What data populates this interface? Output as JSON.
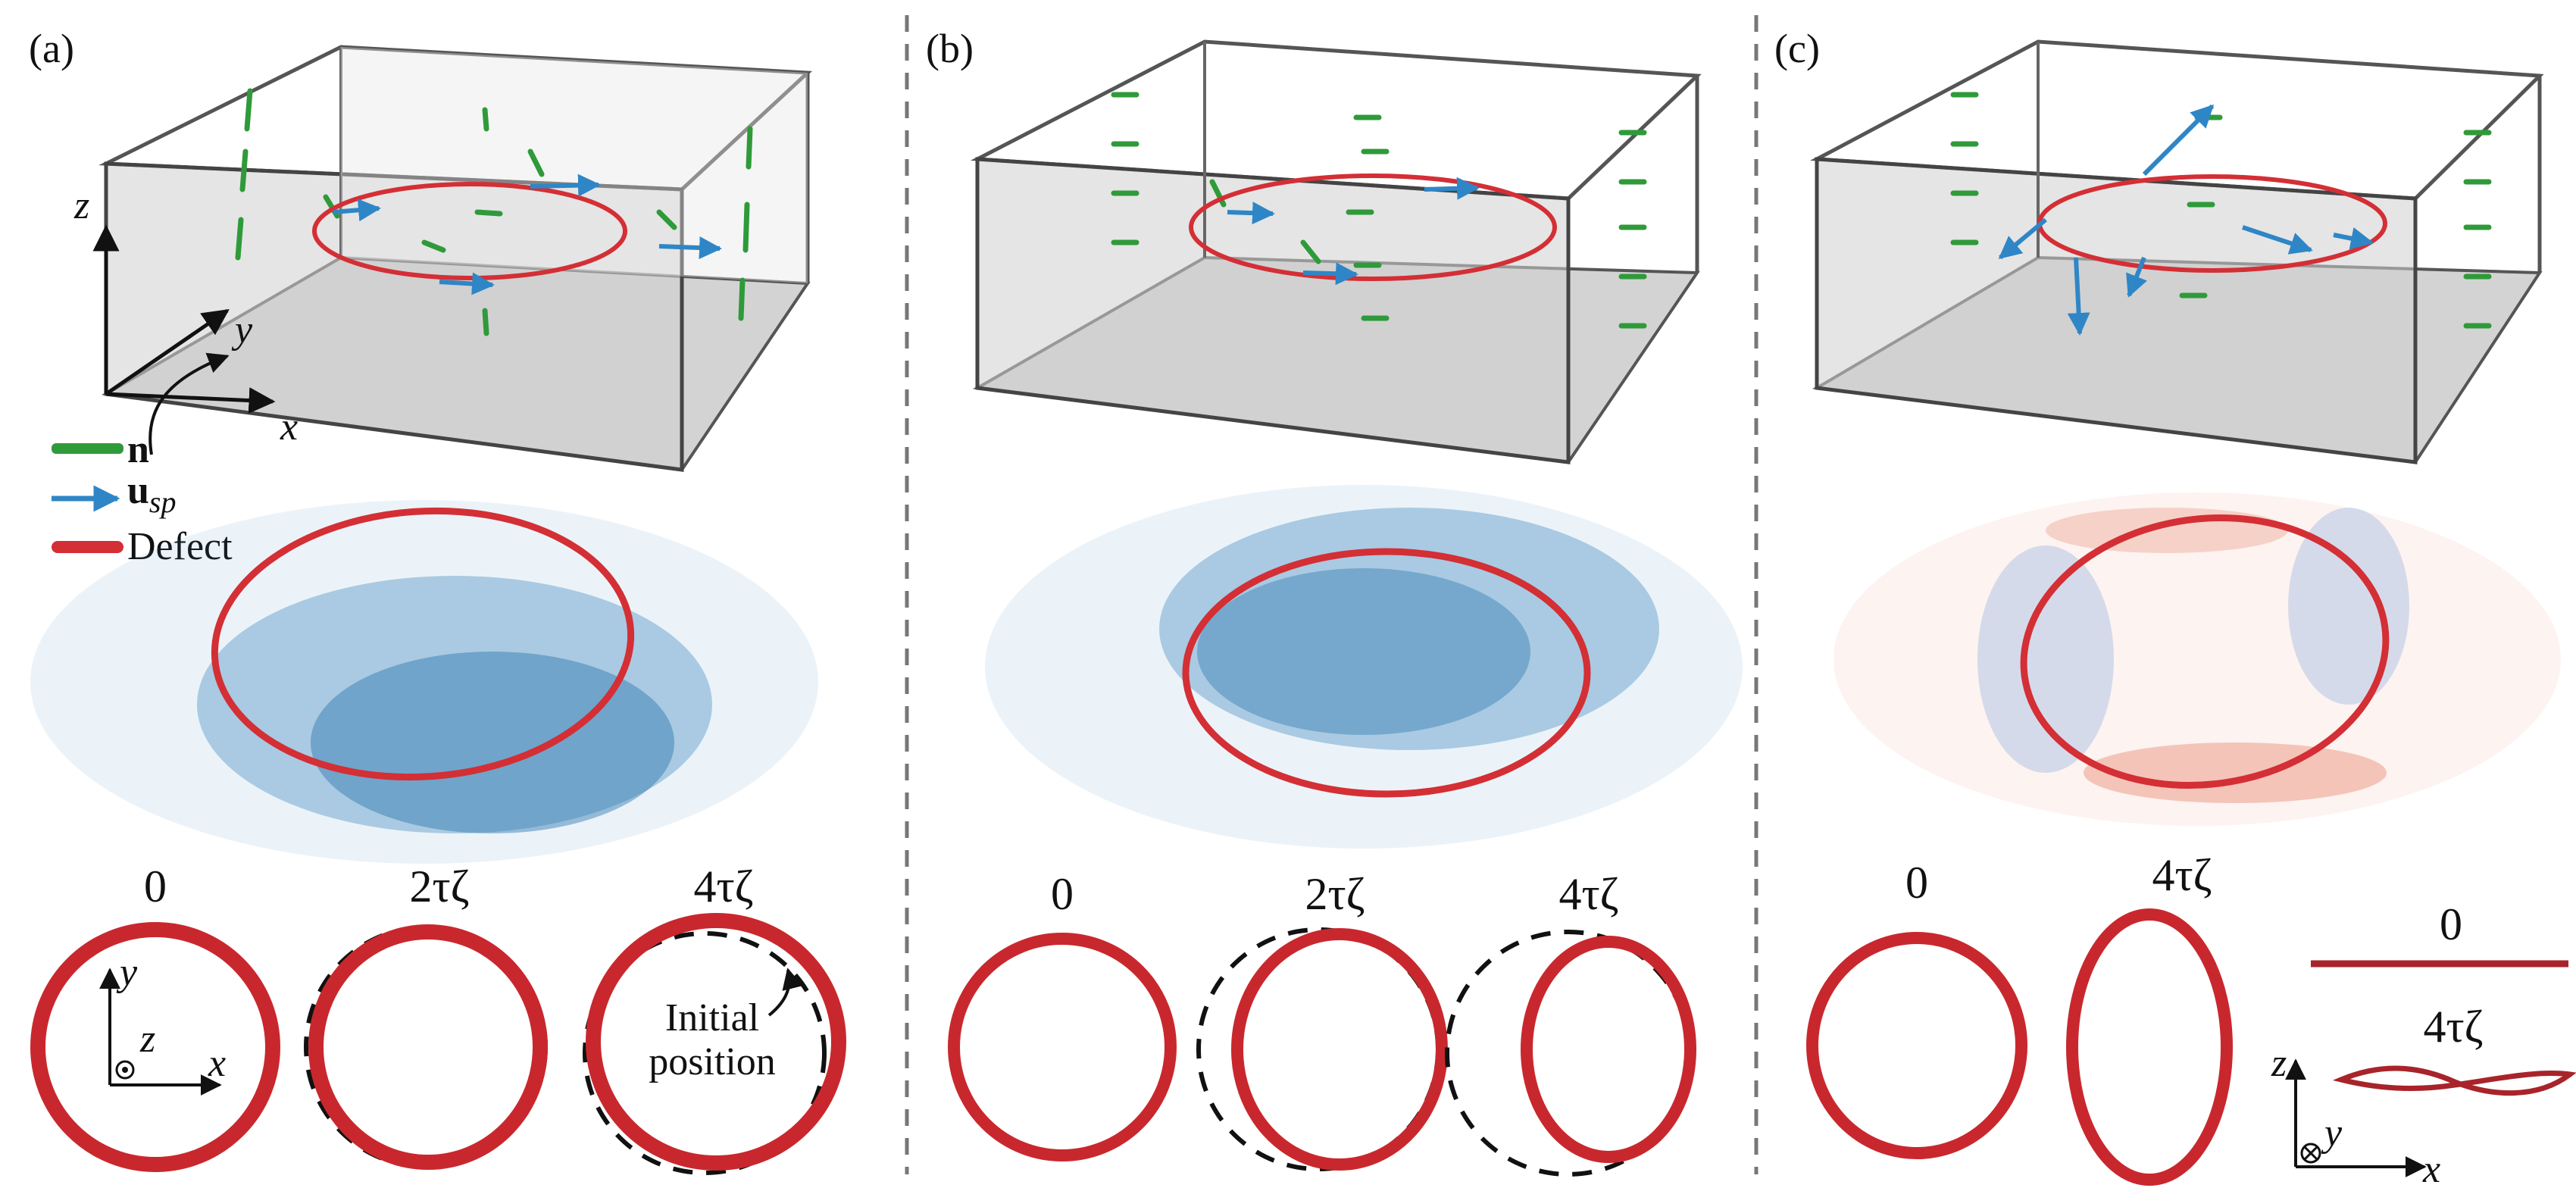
{
  "panels": [
    {
      "label": "(a)",
      "times": [
        "0",
        "2τζ",
        "4τζ"
      ]
    },
    {
      "label": "(b)",
      "times": [
        "0",
        "2τζ",
        "4τζ"
      ]
    },
    {
      "label": "(c)",
      "times": [
        "0",
        "4τζ"
      ],
      "side_times": [
        "0",
        "4τζ"
      ]
    }
  ],
  "legend": {
    "n": "n",
    "usp": "u",
    "usp_sub": "sp",
    "defect": "Defect"
  },
  "axes_3d": {
    "x": "x",
    "y": "y",
    "z": "z"
  },
  "axes_2d_xy": {
    "x": "x",
    "y": "y",
    "z": "z"
  },
  "axes_2d_xz": {
    "x": "x",
    "y": "y",
    "z": "z"
  },
  "annotation": {
    "line1": "Initial",
    "line2": "position"
  },
  "colors": {
    "defect": "#c8282d",
    "director": "#2f9a3a",
    "flow": "#3a8cc4",
    "box_fill": "#d9d9d9",
    "divider": "#777777"
  }
}
